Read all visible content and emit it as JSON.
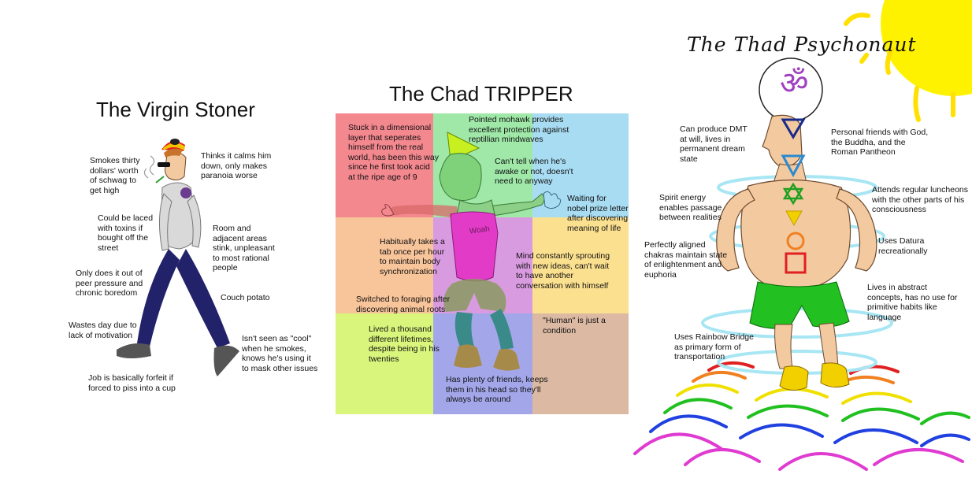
{
  "titles": {
    "virgin": "The Virgin Stoner",
    "chad": "The Chad TRIPPER",
    "thad": "The Thad Psychonaut"
  },
  "virgin_captions": [
    "Smokes thirty\ndollars' worth\nof schwag to\nget high",
    "Thinks it calms him\ndown, only makes\nparanoia worse",
    "Could be laced\nwith toxins if\nbought off the\nstreet",
    "Room and\nadjacent areas\nstink, unpleasant\nto most rational\npeople",
    "Only does it out of\npeer pressure and\nchronic boredom",
    "Couch potato",
    "Wastes day due to\nlack of motivation",
    "Isn't seen as \"cool\"\nwhen he smokes,\nknows he's using it\nto mask other issues",
    "Job is basically forfeit if\nforced to piss into a cup"
  ],
  "chad_captions": [
    "Stuck in a dimensional\nlayer that seperates\nhimself from the real\nworld, has been this way\nsince he first took acid\nat the ripe age of 9",
    "Pointed mohawk provides\nexcellent protection against\nreptillian mindwaves",
    "Can't tell when he's\nawake or not, doesn't\nneed to anyway",
    "Waiting for\nnobel prize letter\nafter discovering\nmeaning of life",
    "Habitually takes a\ntab once per hour\nto maintain body\nsynchronization",
    "Mind constantly sprouting\nwith new ideas, can't wait\nto have another\nconversation with himself",
    "Switched to foraging after\ndiscovering animal roots",
    "\"Human\" is just a\ncondition",
    "Lived a thousand\ndifferent lifetimes,\ndespite being in his\ntwenties",
    "Has plenty of friends, keeps\nthem in his head so they'll\nalways be around"
  ],
  "chad_shirt_text": "Woah",
  "thad_captions": [
    "Can produce DMT\nat will, lives in\npermanent dream\nstate",
    "Personal friends with God,\nthe Buddha, and the\nRoman Pantheon",
    "Spirit energy\nenables passage\nbetween realities",
    "Attends regular luncheons\nwith the other parts of his\nconsciousness",
    "Uses Datura recreationally",
    "Perfectly aligned\nchakras maintain state\nof enlightenment and\neuphoria",
    "Lives in abstract\nconcepts, has no use for\nprimitive habits like\nlanguage",
    "Uses Rainbow Bridge\nas primary form of\ntransportation"
  ],
  "om_symbol": "ॐ",
  "colors": {
    "grid_red": "#f4888f",
    "grid_green": "#9fe8a8",
    "grid_blue": "#a8dcf2",
    "grid_orange": "#f8c49a",
    "grid_purple": "#d99be0",
    "grid_yellow": "#fbe08f",
    "grid_lime": "#d9f57c",
    "grid_indigo": "#a3a7ea",
    "grid_tan": "#dcb9a3",
    "sun": "#fff200"
  }
}
